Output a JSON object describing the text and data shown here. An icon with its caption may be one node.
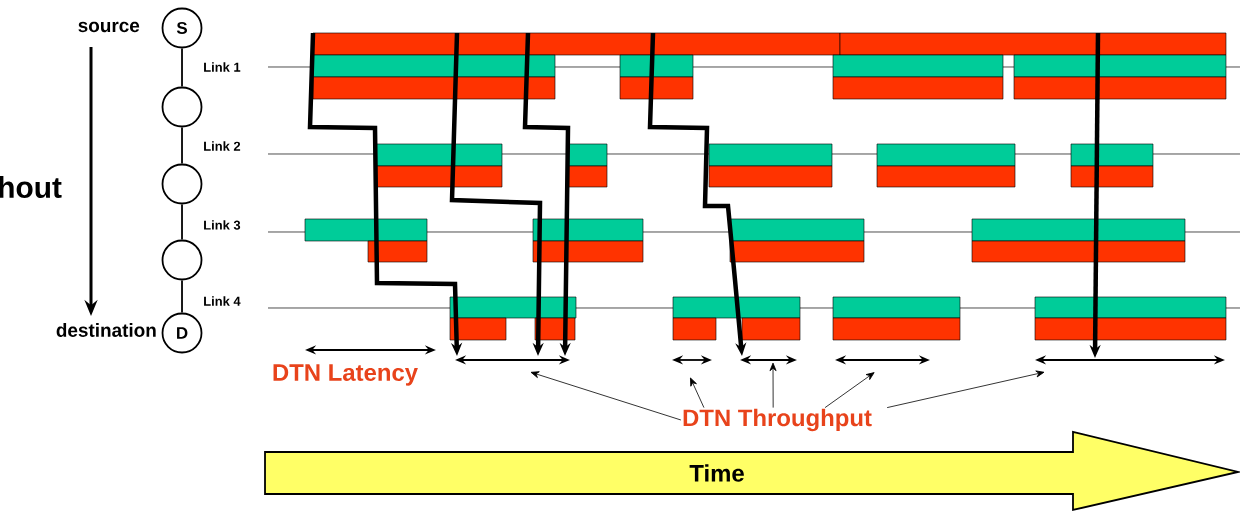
{
  "diagram": {
    "nodes": [
      {
        "text": [
          "S"
        ],
        "beside": [
          "source"
        ]
      },
      {
        "text": [],
        "shape": "circle"
      },
      {
        "text": [],
        "shape": "circle"
      },
      {
        "text": [],
        "shape": "circle"
      },
      {
        "text": [
          "D"
        ],
        "beside": [
          "destination"
        ]
      },
      {
        "text": [
          "DTN Throughput"
        ]
      },
      {
        "text": [
          "Time"
        ]
      }
    ],
    "edges": [
      {
        "from": 0,
        "to": 1,
        "arrow": "none"
      },
      {
        "from": 1,
        "to": 2,
        "arrow": "none"
      },
      {
        "from": 2,
        "to": 3,
        "arrow": "none"
      },
      {
        "from": 3,
        "to": 4,
        "arrow": "none"
      },
      {
        "from": 5,
        "to": null,
        "arrow": "to"
      },
      {
        "from": 5,
        "to": null,
        "arrow": "to"
      },
      {
        "from": 5,
        "to": null,
        "arrow": "to"
      },
      {
        "from": 5,
        "to": null,
        "arrow": "to"
      },
      {
        "from": 5,
        "to": null,
        "arrow": "to"
      }
    ],
    "labels": [
      "Link 1",
      "Link 2",
      "hout",
      "Link 3",
      "Link 4",
      "DTN Latency"
    ]
  }
}
